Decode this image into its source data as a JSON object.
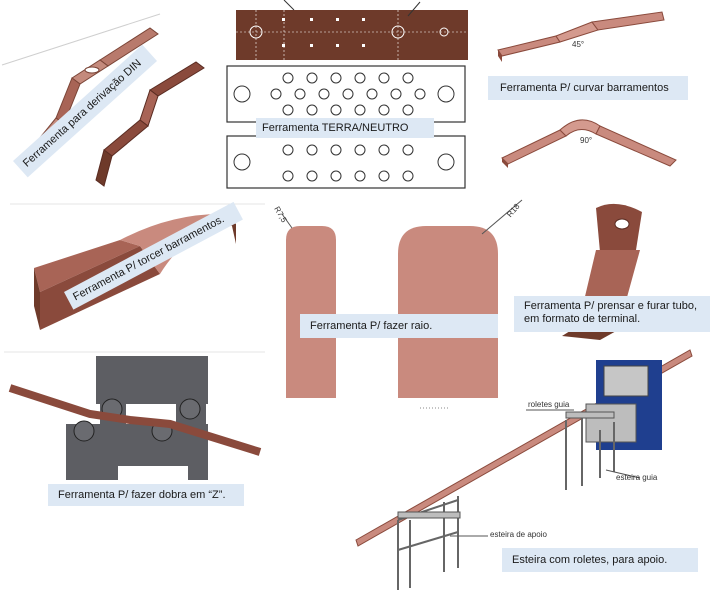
{
  "labels": {
    "derivacao": "Ferramenta para derivação DIN",
    "terra": "Ferramenta TERRA/NEUTRO",
    "curvar": "Ferramenta P/ curvar barramentos",
    "torcer": "Ferramenta P/ torcer barramentos.",
    "raio": "Ferramenta P/ fazer raio.",
    "terminal_line1": "Ferramenta P/ prensar e furar tubo,",
    "terminal_line2": "em formato de terminal.",
    "dobra_z": "Ferramenta P/ fazer dobra em “Z”.",
    "esteira": "Esteira com roletes, para apoio."
  },
  "annotations": {
    "angle_45": "45°",
    "angle_90": "90°",
    "radius_small": "R7,5",
    "radius_large": "R18",
    "roletes_guia": "roletes guia",
    "esteira_guia": "esteira guia",
    "esteira_apoio": "esteira de apoio"
  },
  "colors": {
    "copper": "#c98a7e",
    "copper_dark": "#8a4a3c",
    "copper_bar": "#a86456",
    "brown_plate": "#6e3a2a",
    "label_bg": "#dde8f4",
    "machine_gray": "#5d5e63",
    "machine_blue": "#1f3f8f"
  }
}
